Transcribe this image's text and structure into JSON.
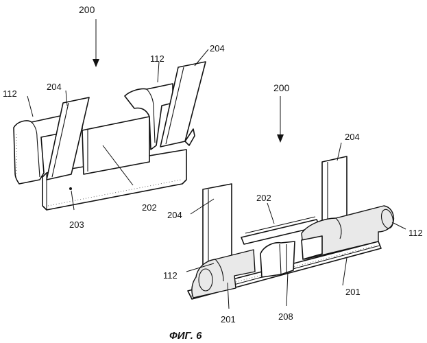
{
  "figure": {
    "caption": "ФИГ. 6",
    "labels": {
      "assembly_a": "200",
      "assembly_b": "200",
      "a_112_left": "112",
      "a_112_top": "112",
      "a_204_left": "204",
      "a_204_right": "204",
      "a_202": "202",
      "a_203": "203",
      "b_204_left": "204",
      "b_204_right": "204",
      "b_202": "202",
      "b_112_left": "112",
      "b_112_right": "112",
      "b_201_left": "201",
      "b_201_right": "201",
      "b_208": "208"
    }
  }
}
